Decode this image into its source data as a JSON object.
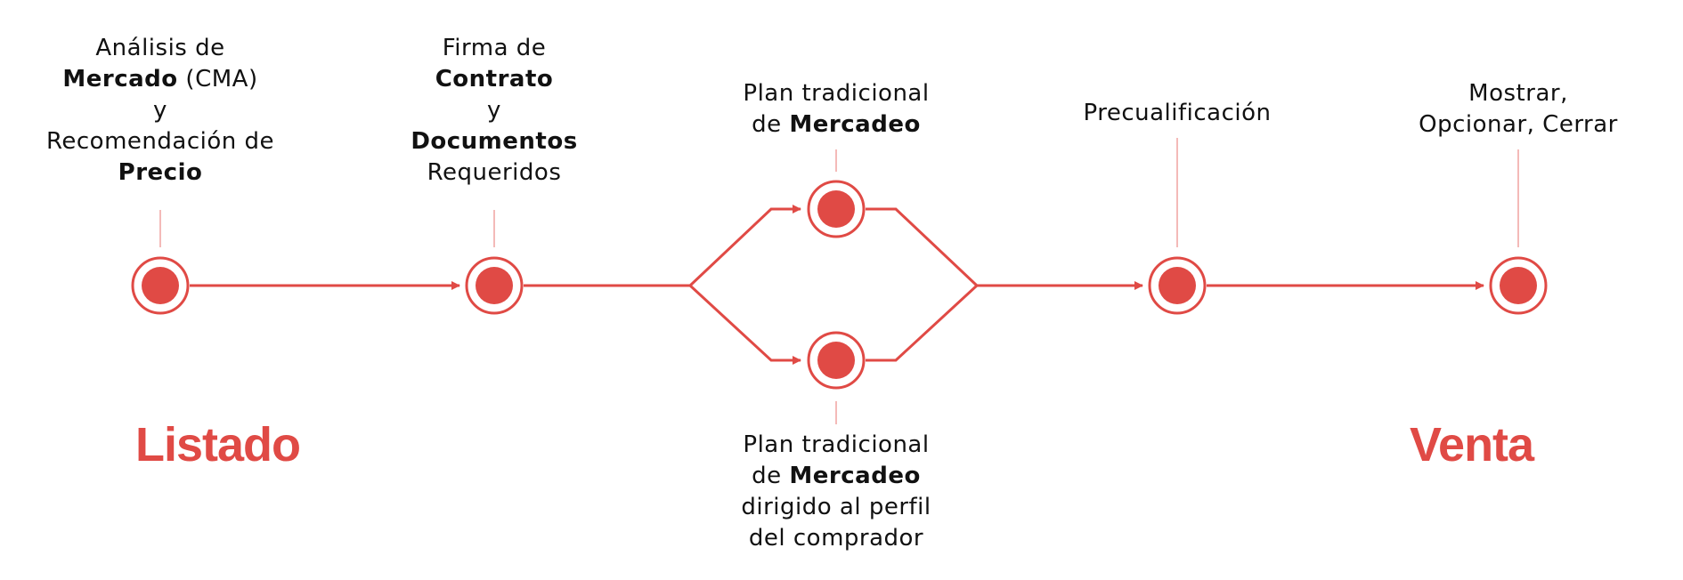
{
  "colors": {
    "accent": "#e04a45",
    "connector": "#f0a3a0",
    "text": "#111111"
  },
  "nodes": {
    "cma": {
      "lines": [
        [
          {
            "t": "Análisis de",
            "b": false
          }
        ],
        [
          {
            "t": "Mercado",
            "b": true
          },
          {
            "t": " (CMA)",
            "b": false
          }
        ],
        [
          {
            "t": "y",
            "b": false
          }
        ],
        [
          {
            "t": "Recomendación de",
            "b": false
          }
        ],
        [
          {
            "t": "Precio",
            "b": true
          }
        ]
      ]
    },
    "contract": {
      "lines": [
        [
          {
            "t": "Firma de",
            "b": false
          }
        ],
        [
          {
            "t": "Contrato",
            "b": true
          }
        ],
        [
          {
            "t": "y",
            "b": false
          }
        ],
        [
          {
            "t": "Documentos",
            "b": true
          }
        ],
        [
          {
            "t": "Requeridos",
            "b": false
          }
        ]
      ]
    },
    "plan_traditional": {
      "lines": [
        [
          {
            "t": "Plan tradicional",
            "b": false
          }
        ],
        [
          {
            "t": "de ",
            "b": false
          },
          {
            "t": "Mercadeo",
            "b": true
          }
        ]
      ]
    },
    "plan_targeted": {
      "lines": [
        [
          {
            "t": "Plan tradicional",
            "b": false
          }
        ],
        [
          {
            "t": "de ",
            "b": false
          },
          {
            "t": "Mercadeo",
            "b": true
          }
        ],
        [
          {
            "t": "dirigido al perfil",
            "b": false
          }
        ],
        [
          {
            "t": "del comprador",
            "b": false
          }
        ]
      ]
    },
    "prequal": {
      "lines": [
        [
          {
            "t": "Precualificación",
            "b": false
          }
        ]
      ]
    },
    "close": {
      "lines": [
        [
          {
            "t": "Mostrar,",
            "b": false
          }
        ],
        [
          {
            "t": "Opcionar, Cerrar",
            "b": false
          }
        ]
      ]
    }
  },
  "phases": {
    "listing": "Listado",
    "sale": "Venta"
  }
}
